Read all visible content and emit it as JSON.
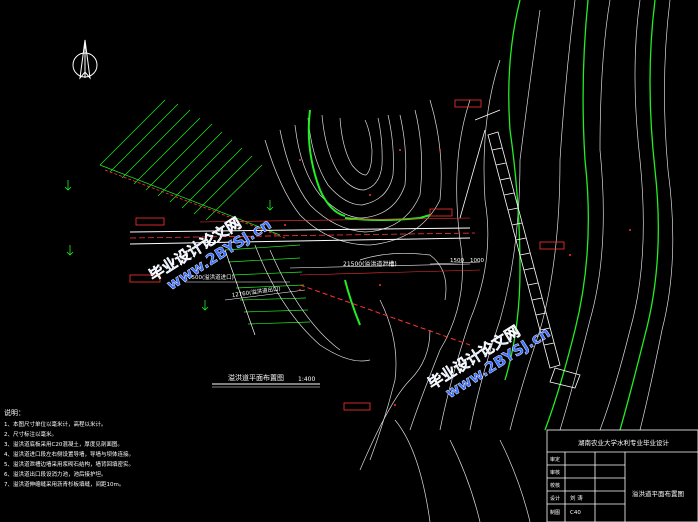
{
  "drawing": {
    "plan_title": "溢洪道平面布置图",
    "plan_scale": "1:400"
  },
  "dimensions": {
    "dim_a": "7500(溢洪道进口)",
    "dim_b": "21500(溢洪道泄槽)",
    "dim_c": "12760(溢洪道出口)",
    "dim_d": "1500",
    "dim_e": "1000"
  },
  "notes": {
    "heading": "说明：",
    "items": [
      "1、本图尺寸单位以毫米计，高程以米计。",
      "2、尺寸标注以毫米。",
      "3、溢洪道底板采用C20混凝土，厚度见剖面图。",
      "4、溢洪道进口段左右侧设置导墙，导墙与坝体连接。",
      "5、溢洪道泄槽边墙采用浆砌石结构，墙背回填密实。",
      "6、溢洪道出口段设消力池，池后接护坦。",
      "7、溢洪道伸缩缝采用沥青杉板填缝，间距10m。"
    ]
  },
  "watermarks": [
    "毕业设计论文网",
    "www.2BYSJ.cn"
  ],
  "titleblock": {
    "university": "湖南农业大学水利专业毕业设计",
    "row_labels": [
      "审定",
      "审核",
      "校核",
      "设计",
      "制图"
    ],
    "designer": "刘 涛",
    "grade": "C40",
    "drawing_name": "溢洪道平面布置图"
  },
  "colors": {
    "background": "#000000",
    "contour": "#ffffff",
    "contour_green": "#22ee22",
    "dim": "#ff3333",
    "watermark": "#3b6fff"
  }
}
